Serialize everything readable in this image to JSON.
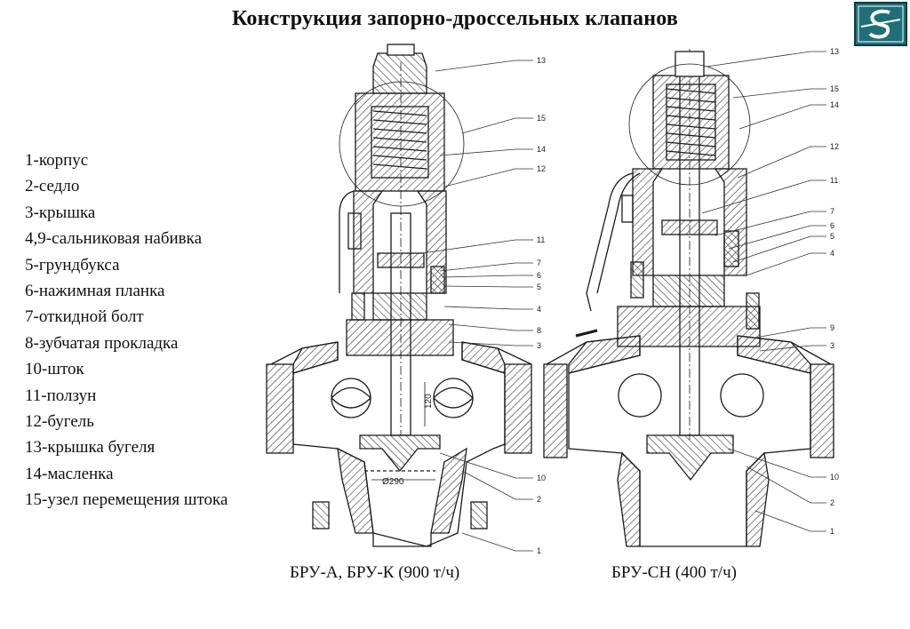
{
  "title": "Конструкция запорно-дроссельных клапанов",
  "legend": [
    "1-корпус",
    "2-седло",
    "3-крышка",
    "4,9-сальниковая набивка",
    "5-грундбукса",
    "6-нажимная планка",
    "7-откидной болт",
    "8-зубчатая прокладка",
    "10-шток",
    "11-ползун",
    "12-бугель",
    "13-крышка бугеля",
    "14-масленка",
    "15-узел перемещения штока"
  ],
  "captions": {
    "left": "БРУ-А, БРУ-К (900 т/ч)",
    "right": "БРУ-СН (400 т/ч)"
  },
  "left_valve": {
    "callouts": [
      "13",
      "15",
      "14",
      "12",
      "11",
      "7",
      "6",
      "5",
      "4",
      "8",
      "3",
      "10",
      "2",
      "1"
    ],
    "dimension_vertical": "120",
    "dimension_diameter": "Ø290"
  },
  "right_valve": {
    "callouts": [
      "13",
      "15",
      "14",
      "12",
      "11",
      "7",
      "6",
      "5",
      "4",
      "9",
      "3",
      "10",
      "2",
      "1"
    ]
  },
  "colors": {
    "line": "#1a1a1a",
    "logo_bg": "#1f6f7a",
    "logo_fg": "#ffffff"
  }
}
